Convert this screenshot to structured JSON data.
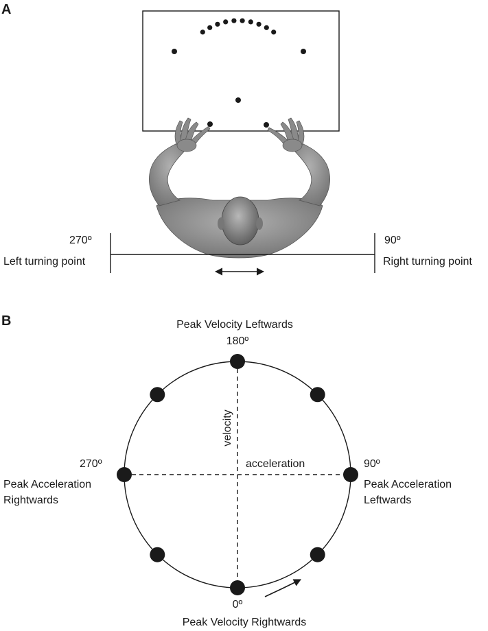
{
  "panel_a": {
    "letter": "A",
    "left_angle": "270º",
    "left_label": "Left turning point",
    "right_angle": "90º",
    "right_label": "Right turning point",
    "screen_image": "target-screen-with-dots",
    "subject_image": "person-top-view-hands-on-screen-icon",
    "motion_icon": "double-arrow-icon"
  },
  "panel_b": {
    "letter": "B",
    "top_label": "Peak Velocity Leftwards",
    "top_angle": "180º",
    "left_angle": "270º",
    "left_label_1": "Peak Acceleration",
    "left_label_2": "Rightwards",
    "right_angle": "90º",
    "right_label_1": "Peak Acceleration",
    "right_label_2": "Leftwards",
    "bottom_angle": "0º",
    "bottom_label": "Peak Velocity Rightwards",
    "vertical_axis_label": "velocity",
    "horizontal_axis_label": "acceleration",
    "phase_points_deg": [
      0,
      45,
      90,
      135,
      180,
      225,
      270,
      315
    ],
    "direction_icon": "curved-arrow-icon"
  }
}
